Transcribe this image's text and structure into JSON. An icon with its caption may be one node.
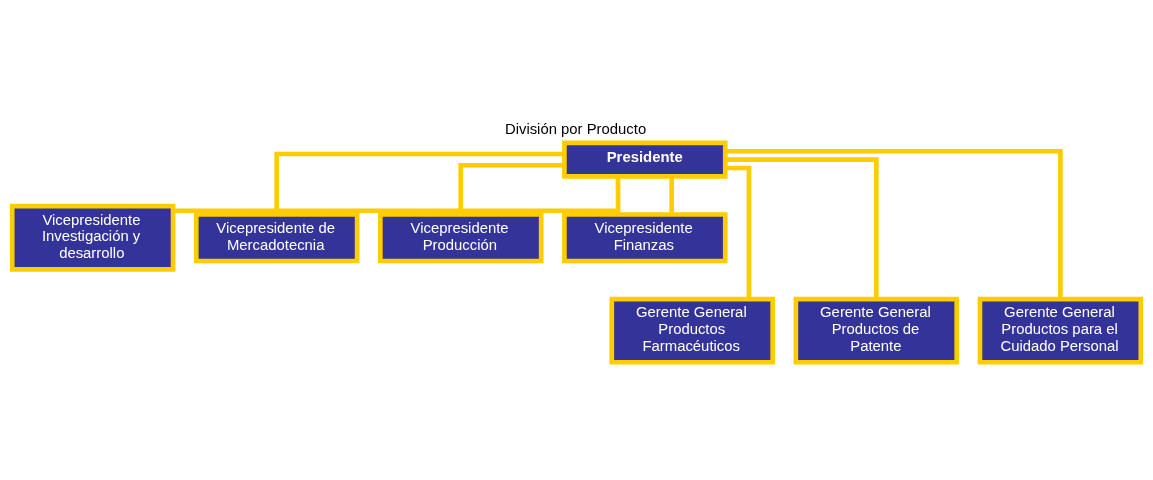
{
  "diagram": {
    "title": "División por Producto",
    "nodes": [
      {
        "text": [
          "Presidente"
        ]
      },
      {
        "text": [
          "Vicepresidente Investigación y desarrollo"
        ]
      },
      {
        "text": [
          "Vicepresidente de Mercadotecnia"
        ]
      },
      {
        "text": [
          "Vicepresidente Producción"
        ]
      },
      {
        "text": [
          "Vicepresidente Finanzas"
        ]
      },
      {
        "text": [
          "Gerente General Productos Farmacéuticos"
        ]
      },
      {
        "text": [
          "Gerente General Productos de Patente"
        ]
      },
      {
        "text": [
          "Gerente General Productos para el Cuidado Personal"
        ]
      }
    ],
    "edges": [
      {
        "from": 0,
        "to": 1,
        "arrow": "none"
      },
      {
        "from": 0,
        "to": 2,
        "arrow": "none"
      },
      {
        "from": 0,
        "to": 3,
        "arrow": "none"
      },
      {
        "from": 0,
        "to": 4,
        "arrow": "none"
      },
      {
        "from": 0,
        "to": 5,
        "arrow": "none"
      },
      {
        "from": 0,
        "to": 6,
        "arrow": "none"
      },
      {
        "from": 0,
        "to": 7,
        "arrow": "none"
      }
    ]
  }
}
